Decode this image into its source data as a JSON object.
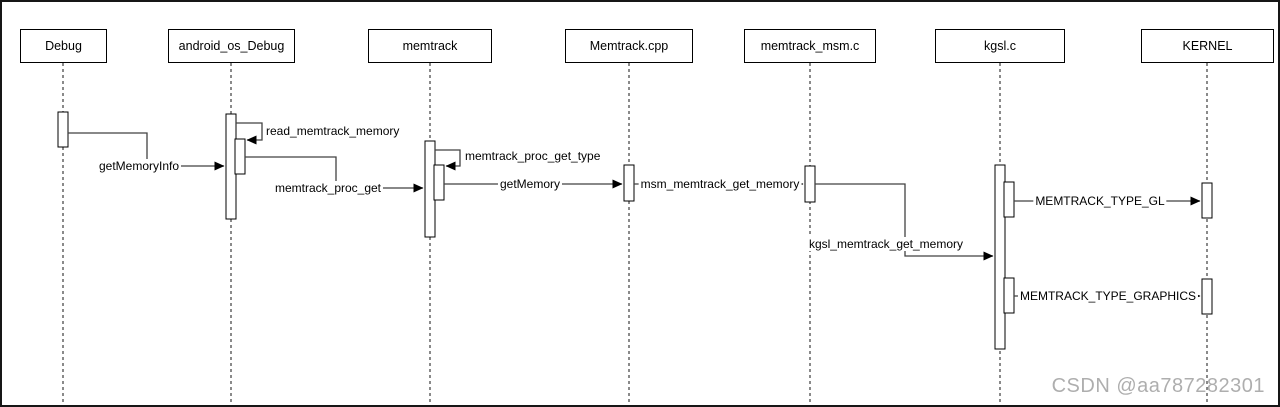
{
  "diagram": {
    "type": "uml-sequence",
    "title_visible": false,
    "actors": [
      {
        "id": "debug",
        "label": "Debug"
      },
      {
        "id": "android_os_debug",
        "label": "android_os_Debug"
      },
      {
        "id": "memtrack",
        "label": "memtrack"
      },
      {
        "id": "memtrack_cpp",
        "label": "Memtrack.cpp"
      },
      {
        "id": "memtrack_msm_c",
        "label": "memtrack_msm.c"
      },
      {
        "id": "kgsl_c",
        "label": "kgsl.c"
      },
      {
        "id": "kernel",
        "label": "KERNEL"
      }
    ],
    "messages": [
      {
        "label": "getMemoryInfo",
        "from": "Debug",
        "to": "android_os_Debug",
        "style": "elbow"
      },
      {
        "label": "read_memtrack_memory",
        "from": "android_os_Debug",
        "to": "android_os_Debug",
        "style": "self"
      },
      {
        "label": "memtrack_proc_get",
        "from": "android_os_Debug",
        "to": "memtrack",
        "style": "elbow"
      },
      {
        "label": "memtrack_proc_get_type",
        "from": "memtrack",
        "to": "memtrack",
        "style": "self"
      },
      {
        "label": "getMemory",
        "from": "memtrack",
        "to": "Memtrack.cpp",
        "style": "straight"
      },
      {
        "label": "msm_memtrack_get_memory",
        "from": "Memtrack.cpp",
        "to": "memtrack_msm.c",
        "style": "straight"
      },
      {
        "label": "kgsl_memtrack_get_memory",
        "from": "memtrack_msm.c",
        "to": "kgsl.c",
        "style": "elbow"
      },
      {
        "label": "MEMTRACK_TYPE_GL",
        "from": "kgsl.c",
        "to": "KERNEL",
        "style": "straight"
      },
      {
        "label": "MEMTRACK_TYPE_GRAPHICS",
        "from": "kgsl.c",
        "to": "KERNEL",
        "style": "straight"
      }
    ],
    "colors": {
      "background": "#ffffff",
      "shape_stroke": "#000000",
      "connector_stroke": "#424242",
      "text": "#000000",
      "watermark": "#7d7d7d"
    }
  },
  "watermark": {
    "text": "CSDN @aa787282301"
  }
}
